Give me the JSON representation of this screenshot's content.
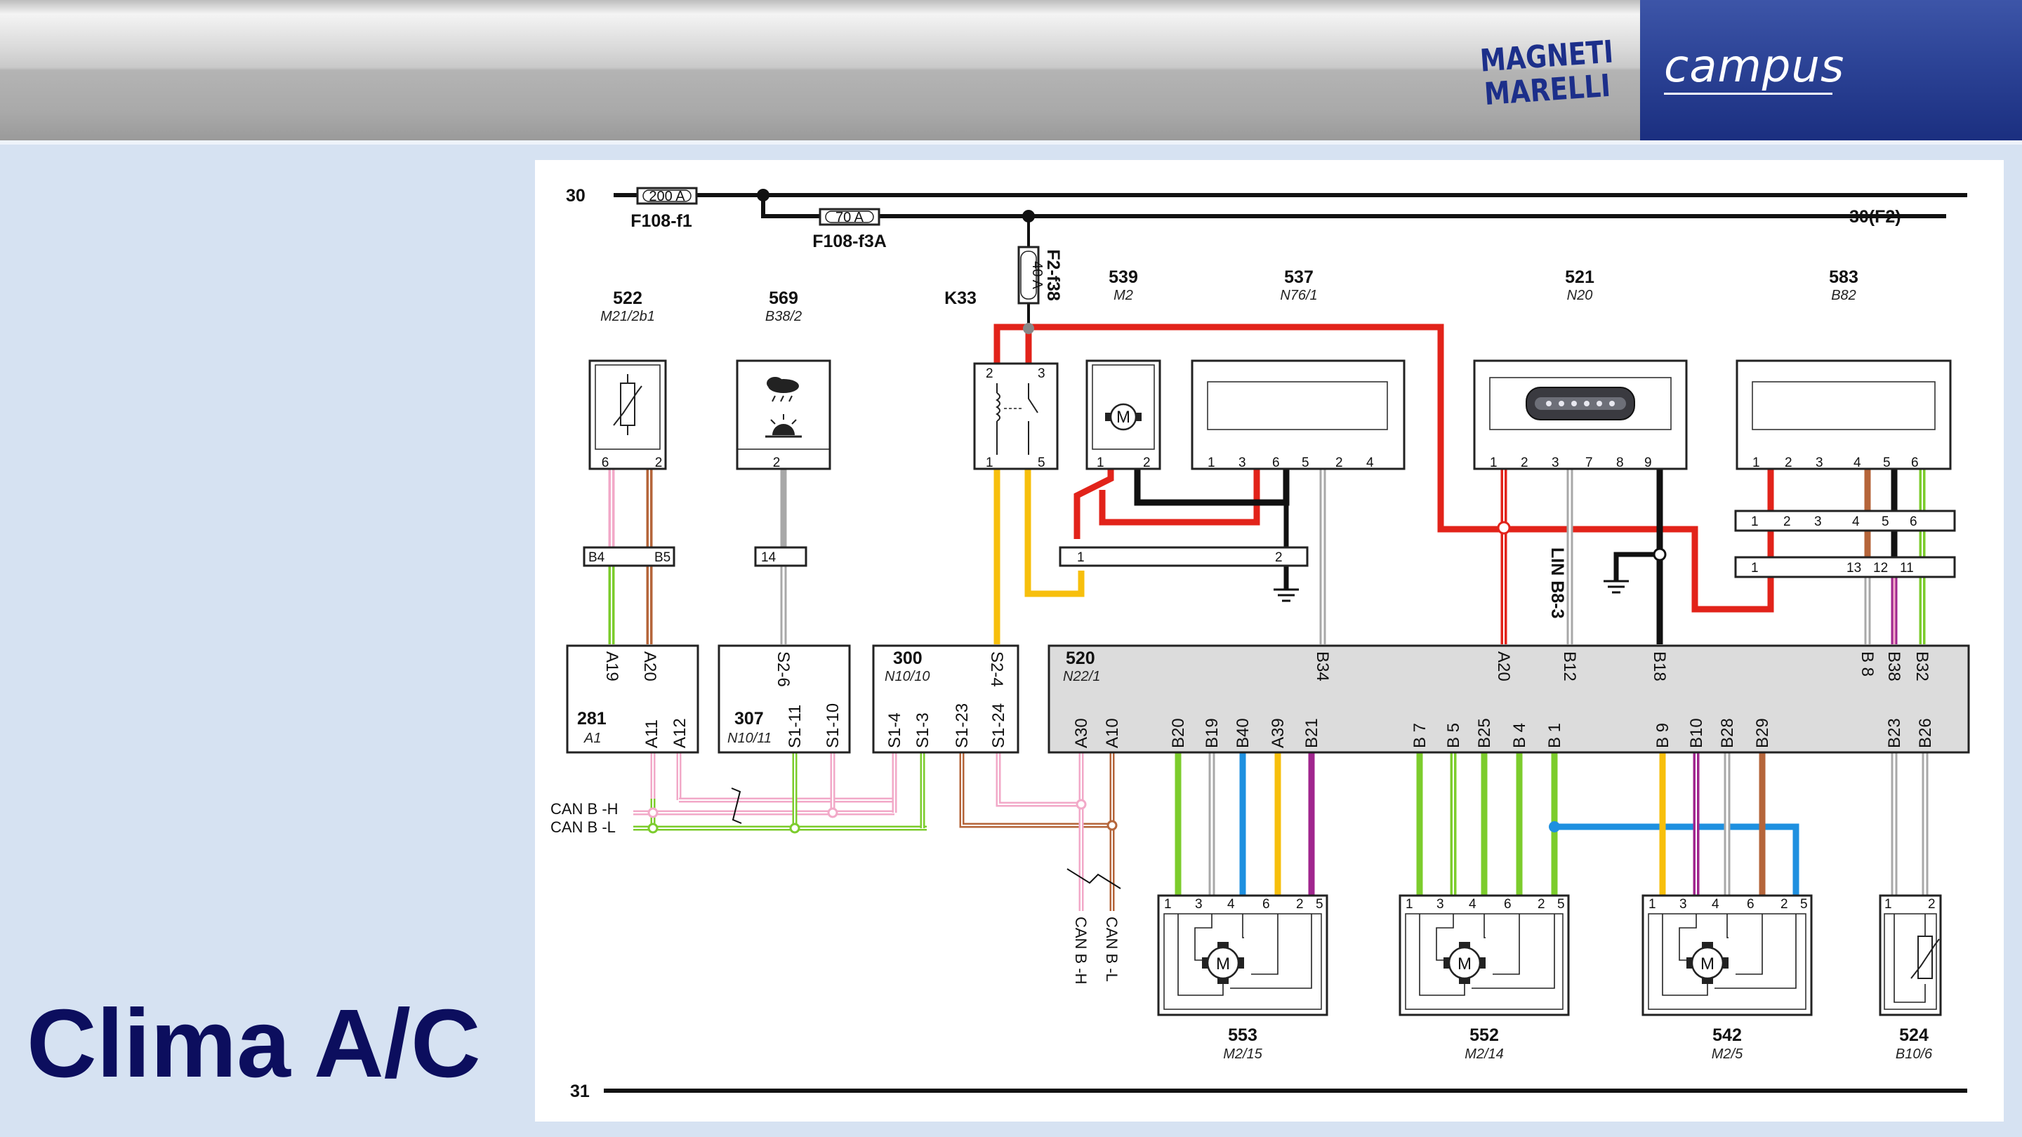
{
  "header": {
    "brand": "MAGNETI MARELLI",
    "campus": "campus"
  },
  "title": "Clima A/C",
  "colors": {
    "red": "#e2231a",
    "yellow": "#f7bf0c",
    "green": "#7ccc2c",
    "pink": "#f2a9c8",
    "brown": "#b5653a",
    "blue": "#1e90e0",
    "purple": "#a0268e",
    "grey": "#a8a8a8",
    "black": "#111111",
    "title": "#0c0e5e"
  },
  "diagram": {
    "rail_30": "30",
    "rail_30f2": "30(F2)",
    "rail_31": "31",
    "fuses": {
      "f1": {
        "rating": "200 A",
        "label": "F108-f1"
      },
      "f3a": {
        "rating": "70 A",
        "label": "F108-f3A"
      },
      "f38": {
        "rating": "40 A",
        "label": "F2-f38"
      }
    },
    "top_components": {
      "c522": {
        "number": "522",
        "code": "M21/2b1",
        "pins": [
          "6",
          "2"
        ]
      },
      "c569": {
        "number": "569",
        "code": "B38/2",
        "pins": [
          "2"
        ]
      },
      "k33": {
        "label": "K33",
        "pins": [
          "2",
          "3",
          "1",
          "5"
        ]
      },
      "c539": {
        "number": "539",
        "code": "M2",
        "pins": [
          "1",
          "2"
        ]
      },
      "c537": {
        "number": "537",
        "code": "N76/1",
        "pins": [
          "1",
          "3",
          "6",
          "5",
          "2",
          "4"
        ]
      },
      "c521": {
        "number": "521",
        "code": "N20",
        "pins": [
          "1",
          "2",
          "3",
          "7",
          "8",
          "9"
        ]
      },
      "c583": {
        "number": "583",
        "code": "B82",
        "pins": [
          "1",
          "2",
          "3",
          "4",
          "5",
          "6"
        ]
      }
    },
    "connectors": {
      "b4b5": [
        "B4",
        "B5"
      ],
      "c14": [
        "14"
      ],
      "c537_conn": [
        "1",
        "2"
      ],
      "c583_a": [
        "1",
        "2",
        "3",
        "4",
        "5",
        "6"
      ],
      "c583_b": [
        "1",
        "13",
        "12",
        "11"
      ]
    },
    "ecus": {
      "e281": {
        "number": "281",
        "code": "A1",
        "pins_top": [
          "A19",
          "A20"
        ],
        "pins_bottom": [
          "A11",
          "A12"
        ]
      },
      "e307": {
        "number": "307",
        "code": "N10/11",
        "pins_top": [
          "S2-6"
        ],
        "pins_bottom": [
          "S1-11",
          "S1-10"
        ]
      },
      "e300": {
        "number": "300",
        "code": "N10/10",
        "pins_top": [
          "S2-4"
        ],
        "pins_bottom": [
          "S1-4",
          "S1-3",
          "S1-23",
          "S1-24"
        ]
      },
      "e520": {
        "number": "520",
        "code": "N22/1",
        "pins_top": [
          "B34",
          "A20",
          "B12",
          "B18",
          "B 8",
          "B38",
          "B32"
        ],
        "pins_bottom": [
          "A30",
          "A10",
          "B20",
          "B19",
          "B40",
          "A39",
          "B21",
          "B 7",
          "B 5",
          "B25",
          "B 4",
          "B 1",
          "B 9",
          "B10",
          "B28",
          "B29",
          "B23",
          "B26"
        ]
      }
    },
    "can": {
      "h": "CAN B -H",
      "l": "CAN B -L"
    },
    "lin_label": "LIN B8-3",
    "bottom_components": {
      "c553": {
        "number": "553",
        "code": "M2/15"
      },
      "c552": {
        "number": "552",
        "code": "M2/14"
      },
      "c542": {
        "number": "542",
        "code": "M2/5"
      },
      "c524": {
        "number": "524",
        "code": "B10/6"
      }
    },
    "actuator_pins": [
      "1",
      "3",
      "4",
      "6",
      "2",
      "5"
    ],
    "sensor524_pins": [
      "1",
      "2"
    ],
    "motor_letter": "M"
  }
}
